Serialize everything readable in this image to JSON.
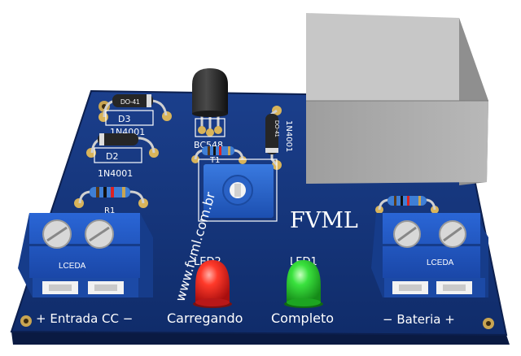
{
  "board": {
    "brand": "FVML",
    "website": "www.fvml.com.br",
    "input_label": "+ Entrada CC −",
    "battery_label": "− Bateria +",
    "charging_label": "Carregando",
    "complete_label": "Completo",
    "led2_ref": "LED2",
    "led1_ref": "LED1",
    "d3_ref": "D3",
    "d3_part": "1N4001",
    "d2_ref": "D2",
    "d2_part": "1N4001",
    "d1_part": "1N4001",
    "d1_body": "DO-41",
    "diode_body": "DO-41",
    "transistor_ref": "T1",
    "transistor_part": "BC548",
    "resistor_ref": "R1",
    "terminal_brand": "LCEDA"
  },
  "colors": {
    "pcb": "#14357a",
    "terminal": "#1f55c0",
    "led_red": "#e02020",
    "led_green": "#22c82a",
    "relay": "#a4a4a4"
  }
}
